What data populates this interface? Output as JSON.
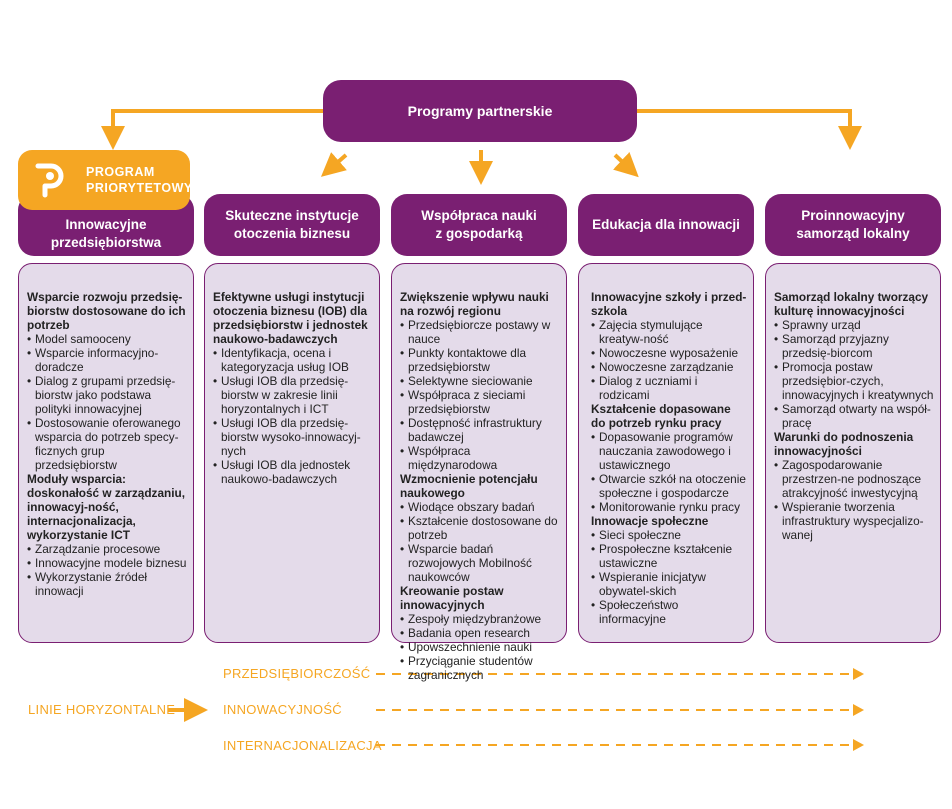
{
  "top": {
    "title": "Programy partnerskie"
  },
  "badge": {
    "icon": "p-letter-icon",
    "label": "PROGRAM\nPRIORYTETOWY"
  },
  "columns": [
    {
      "header": "Innowacyjne\nprzedsiębiorstwa",
      "sections": [
        {
          "title": "Wsparcie rozwoju przedsię-biorstw dostosowane do ich potrzeb",
          "items": [
            "Model samooceny",
            "Wsparcie informacyjno-doradcze",
            "Dialog z grupami przedsię-biorstw jako podstawa polityki innowacyjnej",
            "Dostosowanie oferowanego wsparcia do potrzeb specy-ficznych grup przedsiębiorstw"
          ]
        },
        {
          "title": "Moduły wsparcia: doskonałość w zarządzaniu, innowacyj-ność, internacjonalizacja, wykorzystanie ICT",
          "items": [
            "Zarządzanie procesowe",
            "Innowacyjne modele biznesu",
            "Wykorzystanie źródeł innowacji"
          ]
        }
      ]
    },
    {
      "header": "Skuteczne instytucje\notoczenia biznesu",
      "sections": [
        {
          "title": "Efektywne usługi instytucji otoczenia biznesu (IOB) dla przedsiębiorstw i jednostek naukowo-badawczych",
          "items": [
            "Identyfikacja, ocena i kategoryzacja usług IOB",
            "Usługi IOB dla przedsię-biorstw w zakresie linii horyzontalnych i ICT",
            "Usługi IOB dla przedsię-biorstw wysoko-innowacyj-nych",
            "Usługi IOB dla jednostek naukowo-badawczych"
          ]
        }
      ]
    },
    {
      "header": "Współpraca nauki\nz gospodarką",
      "sections": [
        {
          "title": "Zwiększenie wpływu nauki na rozwój regionu",
          "items": [
            "Przedsiębiorcze postawy w nauce",
            "Punkty kontaktowe dla przedsiębiorstw",
            "Selektywne sieciowanie",
            "Współpraca z sieciami przedsiębiorstw",
            "Dostępność infrastruktury badawczej",
            "Współpraca międzynarodowa"
          ]
        },
        {
          "title": "Wzmocnienie potencjału naukowego",
          "items": [
            "Wiodące obszary badań",
            "Kształcenie dostosowane do potrzeb",
            "Wsparcie badań rozwojowych Mobilność naukowców"
          ]
        },
        {
          "title": "Kreowanie postaw innowacyjnych",
          "items": [
            "Zespoły międzybranżowe",
            "Badania open research",
            "Upowszechnienie nauki",
            "Przyciąganie studentów zagranicznych"
          ]
        }
      ]
    },
    {
      "header": "Edukacja dla innowacji",
      "sections": [
        {
          "title": "Innowacyjne szkoły i przed-szkola",
          "items": [
            "Zajęcia stymulujące kreatyw-ność",
            "Nowoczesne wyposażenie",
            "Nowoczesne zarządzanie",
            "Dialog z uczniami i rodzicami"
          ]
        },
        {
          "title": "Kształcenie dopasowane do potrzeb rynku pracy",
          "items": [
            "Dopasowanie programów nauczania zawodowego i ustawicznego",
            "Otwarcie szkół na otoczenie społeczne i gospodarcze",
            "Monitorowanie rynku pracy"
          ]
        },
        {
          "title": "Innowacje społeczne",
          "items": [
            "Sieci społeczne",
            "Prospołeczne kształcenie ustawiczne",
            "Wspieranie inicjatyw obywatel-skich",
            "Społeczeństwo informacyjne"
          ]
        }
      ]
    },
    {
      "header": "Proinnowacyjny\nsamorząd lokalny",
      "sections": [
        {
          "title": "Samorząd lokalny tworzący kulturę innowacyjności",
          "items": [
            "Sprawny urząd",
            "Samorząd przyjazny przedsię-biorcom",
            "Promocja postaw przedsiębior-czych, innowacyjnych i kreatywnych",
            "Samorząd otwarty na współ-pracę"
          ]
        },
        {
          "title": "Warunki do podnoszenia innowacyjności",
          "items": [
            "Zagospodarowanie przestrzen-ne podnoszące atrakcyjność inwestycyjną",
            "Wspieranie tworzenia infrastruktury wyspecjalizo-wanej"
          ]
        }
      ]
    }
  ],
  "horizontal": {
    "label": "LINIE HORYZONTALNE",
    "lines": [
      "PRZEDSIĘBIORCZOŚĆ",
      "INNOWACYJNOŚĆ",
      "INTERNACJONALIZACJA"
    ]
  },
  "colors": {
    "purple": "#7a1f72",
    "orange": "#f5a623",
    "lavender": "#e4dbea"
  }
}
